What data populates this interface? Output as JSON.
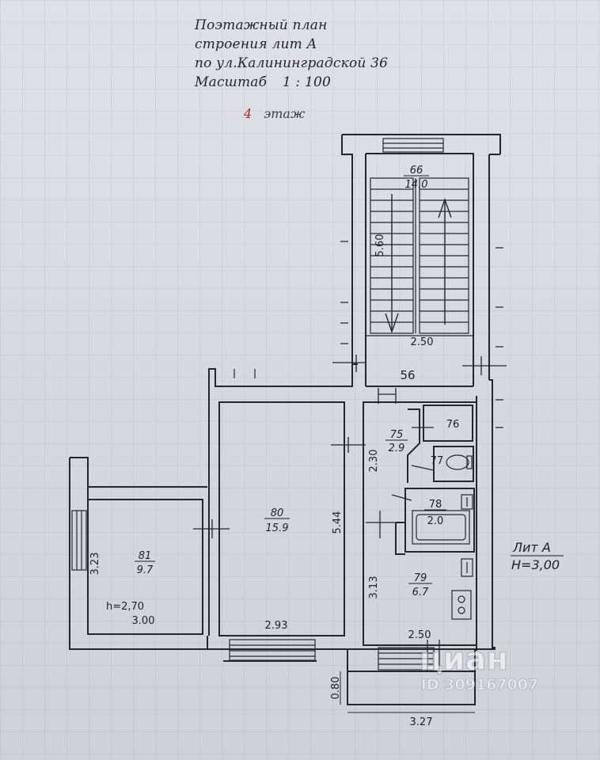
{
  "header": {
    "line1": "Поэтажный план",
    "line2": "строения лит А",
    "line3": "по ул.Калининградской 36",
    "scale_label": "Масштаб",
    "scale_value": "1 : 100"
  },
  "floor": {
    "number": "4",
    "word": "этаж"
  },
  "rooms": {
    "r66": {
      "number": "66",
      "area": "14.0"
    },
    "r56": {
      "number": "56"
    },
    "r75": {
      "number": "75",
      "area": "2.9"
    },
    "r76": {
      "number": "76"
    },
    "r77": {
      "number": "77"
    },
    "r78": {
      "number": "78",
      "area": "2.0"
    },
    "r79": {
      "number": "79",
      "area": "6.7"
    },
    "r80": {
      "number": "80",
      "area": "15.9"
    },
    "r81": {
      "number": "81",
      "area": "9.7"
    }
  },
  "dimensions": {
    "stair_length": "5.60",
    "stair_width": "2.50",
    "r80_height": "5.44",
    "r80_width": "2.93",
    "r81_height": "3.23",
    "r81_width": "3.00",
    "r81_ceiling": "h=2,70",
    "r75_height": "2.30",
    "r79_height": "3.13",
    "r79_width": "2.50",
    "balcony_depth": "0.80",
    "balcony_width": "3.27"
  },
  "building": {
    "lit": "Лит А",
    "ceiling": "H=3,00"
  },
  "watermark": {
    "brand": "циан",
    "id": "ID 309167007"
  }
}
